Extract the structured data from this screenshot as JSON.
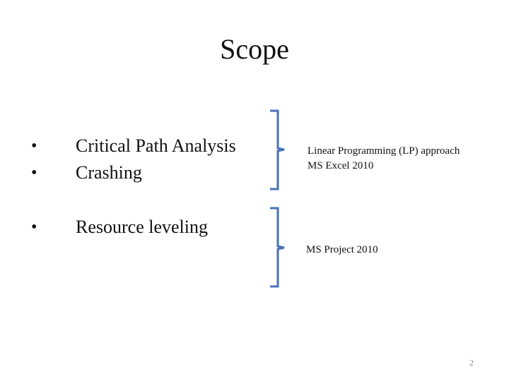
{
  "slide": {
    "title": "Scope",
    "bullet_symbol": "•",
    "bullets": [
      "Critical Path Analysis",
      "Crashing",
      "Resource leveling"
    ],
    "brace_color": "#4A72B8",
    "groups": [
      {
        "lines": [
          "Linear Programming (LP) approach",
          "MS Excel 2010"
        ]
      },
      {
        "lines": [
          "MS Project 2010"
        ]
      }
    ],
    "page_number": "2"
  }
}
